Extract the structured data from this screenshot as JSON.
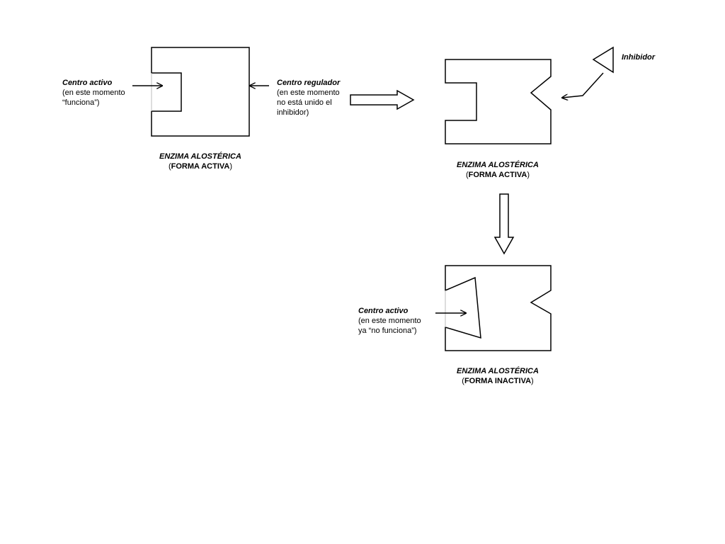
{
  "labels": {
    "left_active_site": {
      "title": "Centro activo",
      "line1": "(en este momento",
      "line2": "“funciona”)"
    },
    "regulatory_site": {
      "title": "Centro regulador",
      "line1": "(en este momento",
      "line2": "no está unido el",
      "line3": "inhibidor)"
    },
    "inhibitor": {
      "title": "Inhibidor"
    },
    "bottom_active_site": {
      "title": "Centro activo",
      "line1": "(en este momento",
      "line2": "ya  “no funciona”)"
    }
  },
  "captions": {
    "enzyme_1": {
      "title": "ENZIMA ALOSTÉRICA",
      "open": "(",
      "form": "FORMA ACTIVA",
      "close": ")"
    },
    "enzyme_2": {
      "title": "ENZIMA ALOSTÉRICA",
      "open": "(",
      "form": "FORMA ACTIVA",
      "close": ")"
    },
    "enzyme_3": {
      "title": "ENZIMA ALOSTÉRICA",
      "open": "(",
      "form": "FORMA INACTIVA",
      "close": ")"
    }
  },
  "colors": {
    "stroke": "#000000",
    "background": "#ffffff"
  }
}
